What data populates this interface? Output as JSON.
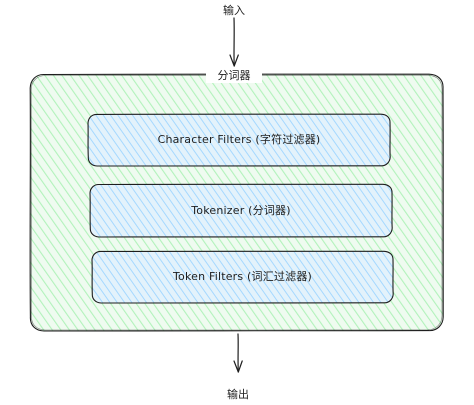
{
  "diagram": {
    "input_label": "输入",
    "analyzer_label": "分词器",
    "output_label": "输出",
    "stages": [
      {
        "label": "Character Filters (字符过滤器)"
      },
      {
        "label": "Tokenizer (分词器)"
      },
      {
        "label": "Token Filters (词汇过滤器)"
      }
    ],
    "colors": {
      "outer_fill": "#b2f2bb",
      "stage_fill": "#a5d8ff",
      "stroke": "#1e1e1e"
    }
  }
}
